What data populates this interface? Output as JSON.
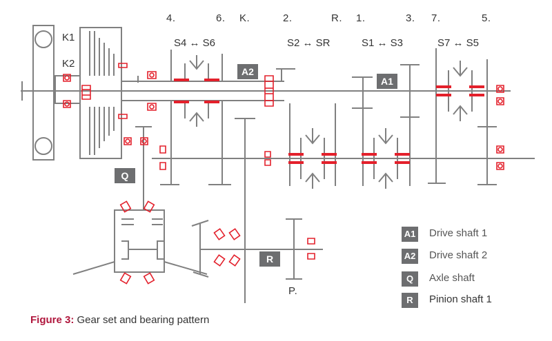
{
  "gear_numbers": [
    "4.",
    "6.",
    "K.",
    "2.",
    "R.",
    "1.",
    "3.",
    "7.",
    "5.",
    "P."
  ],
  "synchronizers": [
    "S4 ↔ S6",
    "S2 ↔ SR",
    "S1 ↔ S3",
    "S7 ↔ S5"
  ],
  "clutches": {
    "k1": "K1",
    "k2": "K2"
  },
  "shaft_tags": {
    "a1": "A1",
    "a2": "A2",
    "q": "Q",
    "r": "R"
  },
  "legend": [
    {
      "tag": "A1",
      "label": "Drive shaft 1"
    },
    {
      "tag": "A2",
      "label": "Drive shaft 2"
    },
    {
      "tag": "Q",
      "label": "Axle shaft"
    },
    {
      "tag": "R",
      "label": "Pinion shaft 1"
    }
  ],
  "caption": {
    "prefix": "Figure 3:",
    "text": "Gear set and bearing pattern"
  },
  "colors": {
    "line": "#808080",
    "bearing": "#e3202b",
    "tag_bg": "#6d6e70",
    "caption_accent": "#b0173d"
  }
}
